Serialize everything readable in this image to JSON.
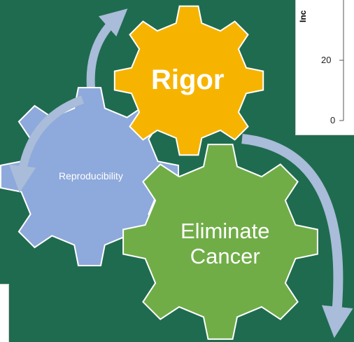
{
  "chart_fragment": {
    "axis_title_partial": "Inc",
    "ticks": [
      "20",
      "0"
    ]
  },
  "gears": {
    "rigor": {
      "label": "Rigor",
      "color": "#f6b400"
    },
    "reproducibility": {
      "label": "Reproducibility",
      "color": "#8ea9db"
    },
    "eliminate_cancer": {
      "label_line1": "Eliminate",
      "label_line2": "Cancer",
      "color": "#70ad47"
    }
  },
  "arrow_color": "#a9bcd9",
  "background_color": "#1f6b4f"
}
